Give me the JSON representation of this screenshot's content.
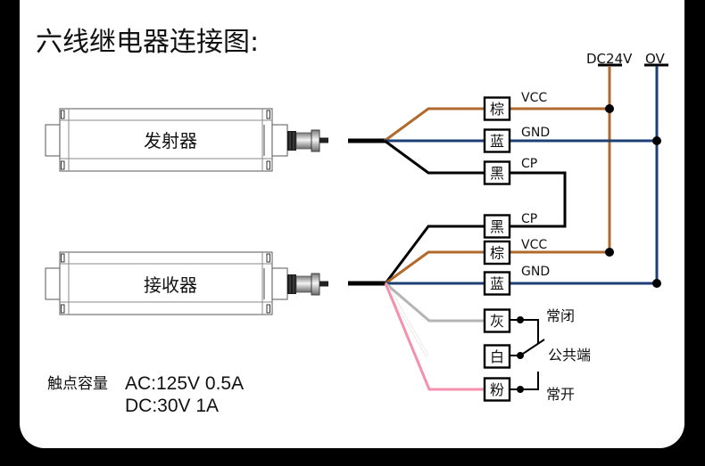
{
  "title": "六线继电器连接图:",
  "power": {
    "positive_label": "DC24V",
    "positive_color": "#B06A2C",
    "negative_label": "OV",
    "negative_color": "#1E3F73"
  },
  "emitter": {
    "label": "发射器",
    "wires": [
      {
        "color_name": "棕",
        "color": "#B06A2C",
        "signal": "VCC"
      },
      {
        "color_name": "蓝",
        "color": "#1E3F73",
        "signal": "GND"
      },
      {
        "color_name": "黑",
        "color": "#000000",
        "signal": "CP"
      }
    ]
  },
  "receiver": {
    "label": "接收器",
    "wires": [
      {
        "color_name": "黑",
        "color": "#000000",
        "signal": "CP"
      },
      {
        "color_name": "棕",
        "color": "#B06A2C",
        "signal": "VCC"
      },
      {
        "color_name": "蓝",
        "color": "#1E3F73",
        "signal": "GND"
      },
      {
        "color_name": "灰",
        "color": "#B4B4B4"
      },
      {
        "color_name": "白",
        "color": "#FFFFFF"
      },
      {
        "color_name": "粉",
        "color": "#F590AE"
      }
    ]
  },
  "relay_contacts": {
    "normally_closed": "常闭",
    "common": "公共端",
    "normally_open": "常开"
  },
  "contact_rating": {
    "label": "触点容量",
    "ac": "AC:125V 0.5A",
    "dc": "DC:30V 1A"
  }
}
